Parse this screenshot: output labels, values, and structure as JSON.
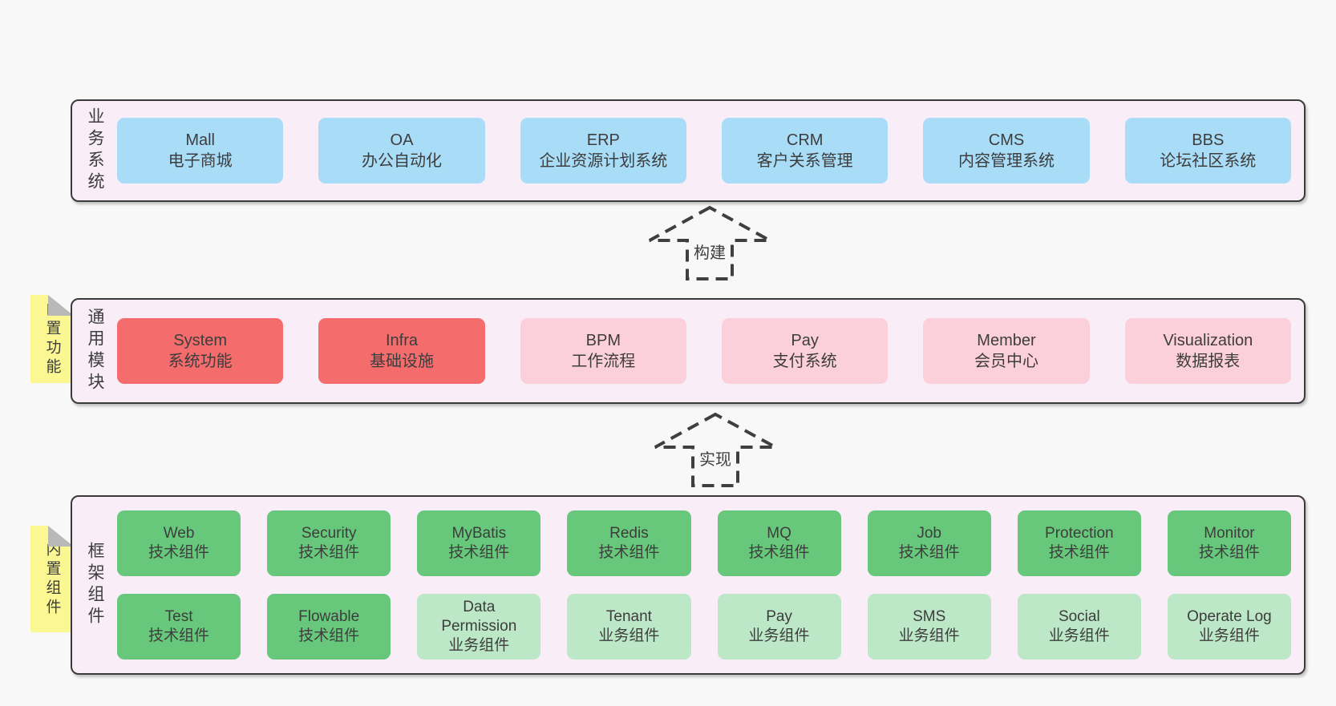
{
  "colors": {
    "page_bg": "#f8f8f8",
    "container_bg": "#f9edf7",
    "border": "#3b3b3b",
    "text": "#3d3d3d",
    "blue": "#a9dcf6",
    "red": "#f46c6c",
    "pink": "#fcd0da",
    "green": "#67c87b",
    "light_green": "#bde8c7",
    "yellow": "#fbf894",
    "fold": "#b9b9b9"
  },
  "arrows": [
    {
      "label": "构建"
    },
    {
      "label": "实现"
    }
  ],
  "layers": [
    {
      "label": "业务系统",
      "boxes": [
        {
          "name": "Mall",
          "desc": "电子商城"
        },
        {
          "name": "OA",
          "desc": "办公自动化"
        },
        {
          "name": "ERP",
          "desc": "企业资源计划系统"
        },
        {
          "name": "CRM",
          "desc": "客户关系管理"
        },
        {
          "name": "CMS",
          "desc": "内容管理系统"
        },
        {
          "name": "BBS",
          "desc": "论坛社区系统"
        }
      ]
    },
    {
      "note": "内置功能",
      "label": "通用模块",
      "boxes": [
        {
          "name": "System",
          "desc": "系统功能"
        },
        {
          "name": "Infra",
          "desc": "基础设施"
        },
        {
          "name": "BPM",
          "desc": "工作流程"
        },
        {
          "name": "Pay",
          "desc": "支付系统"
        },
        {
          "name": "Member",
          "desc": "会员中心"
        },
        {
          "name": "Visualization",
          "desc": "数据报表"
        }
      ]
    },
    {
      "note": "内置组件",
      "label": "框架组件",
      "row1": [
        {
          "name": "Web",
          "desc": "技术组件"
        },
        {
          "name": "Security",
          "desc": "技术组件"
        },
        {
          "name": "MyBatis",
          "desc": "技术组件"
        },
        {
          "name": "Redis",
          "desc": "技术组件"
        },
        {
          "name": "MQ",
          "desc": "技术组件"
        },
        {
          "name": "Job",
          "desc": "技术组件"
        },
        {
          "name": "Protection",
          "desc": "技术组件"
        },
        {
          "name": "Monitor",
          "desc": "技术组件"
        }
      ],
      "row2": [
        {
          "name": "Test",
          "desc": "技术组件"
        },
        {
          "name": "Flowable",
          "desc": "技术组件"
        },
        {
          "name": "Data Permission",
          "desc": "业务组件"
        },
        {
          "name": "Tenant",
          "desc": "业务组件"
        },
        {
          "name": "Pay",
          "desc": "业务组件"
        },
        {
          "name": "SMS",
          "desc": "业务组件"
        },
        {
          "name": "Social",
          "desc": "业务组件"
        },
        {
          "name": "Operate Log",
          "desc": "业务组件"
        }
      ]
    }
  ]
}
